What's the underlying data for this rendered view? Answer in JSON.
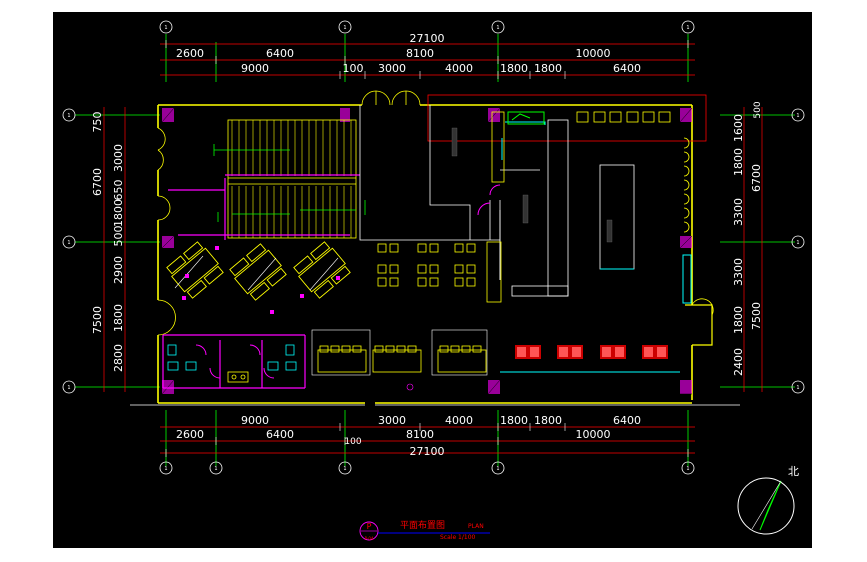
{
  "drawing": {
    "title": "平面布置图",
    "title_en": "PLAN",
    "scale": "Scale 1/100",
    "sheet_code": "P",
    "sheet_sub": "P-04",
    "north_label": "北"
  },
  "dimensions": {
    "top_total": "27100",
    "top_row1": [
      "2600",
      "6400",
      "8100",
      "10000"
    ],
    "top_row2": [
      "9000",
      "100",
      "3000",
      "4000",
      "1800",
      "1800",
      "6400"
    ],
    "bottom_row1": [
      "9000",
      "3000",
      "4000",
      "1800",
      "1800",
      "6400"
    ],
    "bottom_row2": [
      "2600",
      "6400",
      "8100",
      "10000"
    ],
    "bottom_100": "100",
    "bottom_total": "27100",
    "left_outer": [
      "750",
      "6700",
      "7500"
    ],
    "left_inner": [
      "3000",
      "650",
      "1800",
      "500",
      "2900",
      "1800",
      "2800"
    ],
    "right_inner": [
      "1600",
      "1800",
      "3300",
      "3300",
      "1800",
      "2400"
    ],
    "right_outer": [
      "500",
      "6700",
      "7500"
    ]
  },
  "grid_marker": "1",
  "colors": {
    "background": "#000000",
    "wall": "#ffff00",
    "furniture": "#ffff00",
    "dimension": "#ff0000",
    "grid": "#00ff00",
    "partition": "#ff00ff",
    "counter": "#00ffff",
    "text": "#ffffff",
    "north": "#00ff00"
  }
}
